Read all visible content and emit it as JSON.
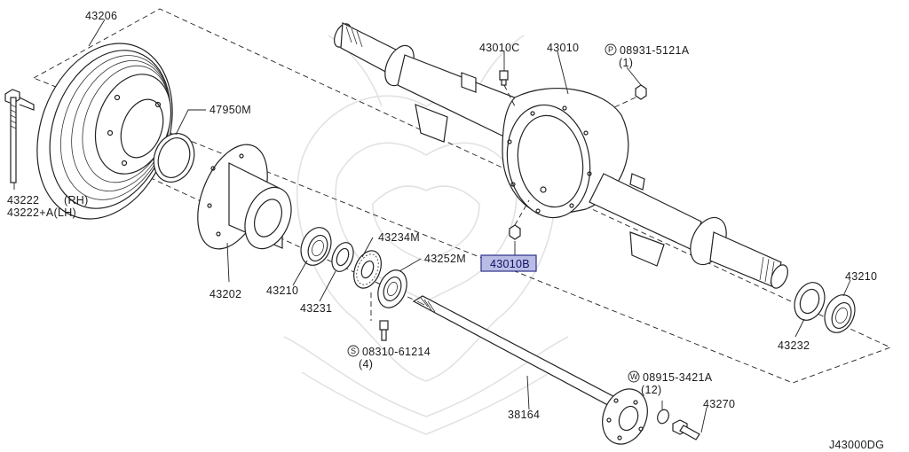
{
  "diagram_id": "J43000DG",
  "highlight_color": "#b9bde6",
  "parts": {
    "p43206": "43206",
    "p47950M": "47950M",
    "p43222": "43222",
    "p43222_rh": "(RH)",
    "p43222a": "43222+A(LH)",
    "p43202": "43202",
    "p43210_left": "43210",
    "p43231": "43231",
    "p43234M": "43234M",
    "p43252M": "43252M",
    "p43010C": "43010C",
    "p43010": "43010",
    "p43010B": "43010B",
    "p08931_code": "08931-5121A",
    "p08931_letter": "P",
    "p08931_qty": "(1)",
    "p08310_code": "08310-61214",
    "p08310_letter": "S",
    "p08310_qty": "(4)",
    "p08915_code": "08915-3421A",
    "p08915_letter": "W",
    "p08915_qty": "(12)",
    "p38164": "38164",
    "p43270": "43270",
    "p43210_right": "43210",
    "p43232": "43232"
  }
}
